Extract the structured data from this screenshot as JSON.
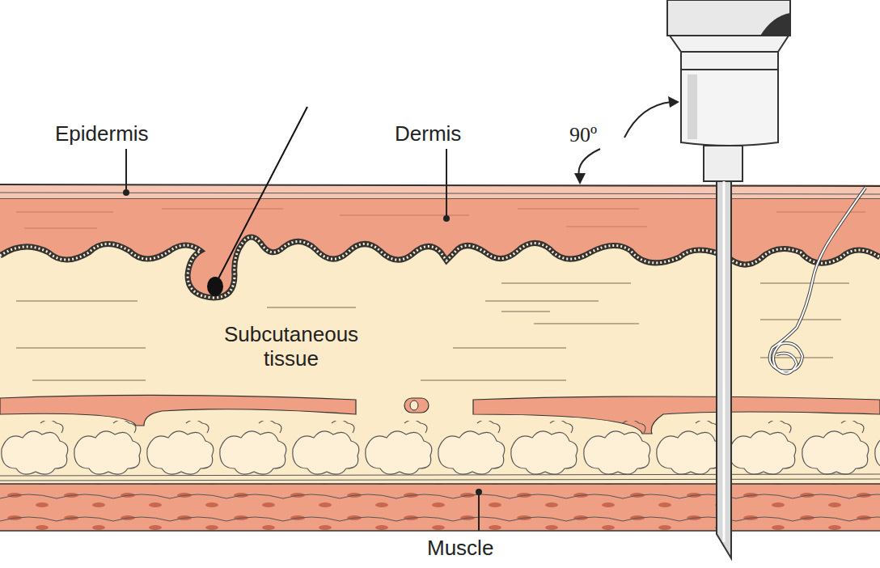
{
  "diagram": {
    "labels": [
      "Epidermis",
      "Dermis",
      "Subcutaneous tissue",
      "Muscle",
      "90º"
    ]
  }
}
